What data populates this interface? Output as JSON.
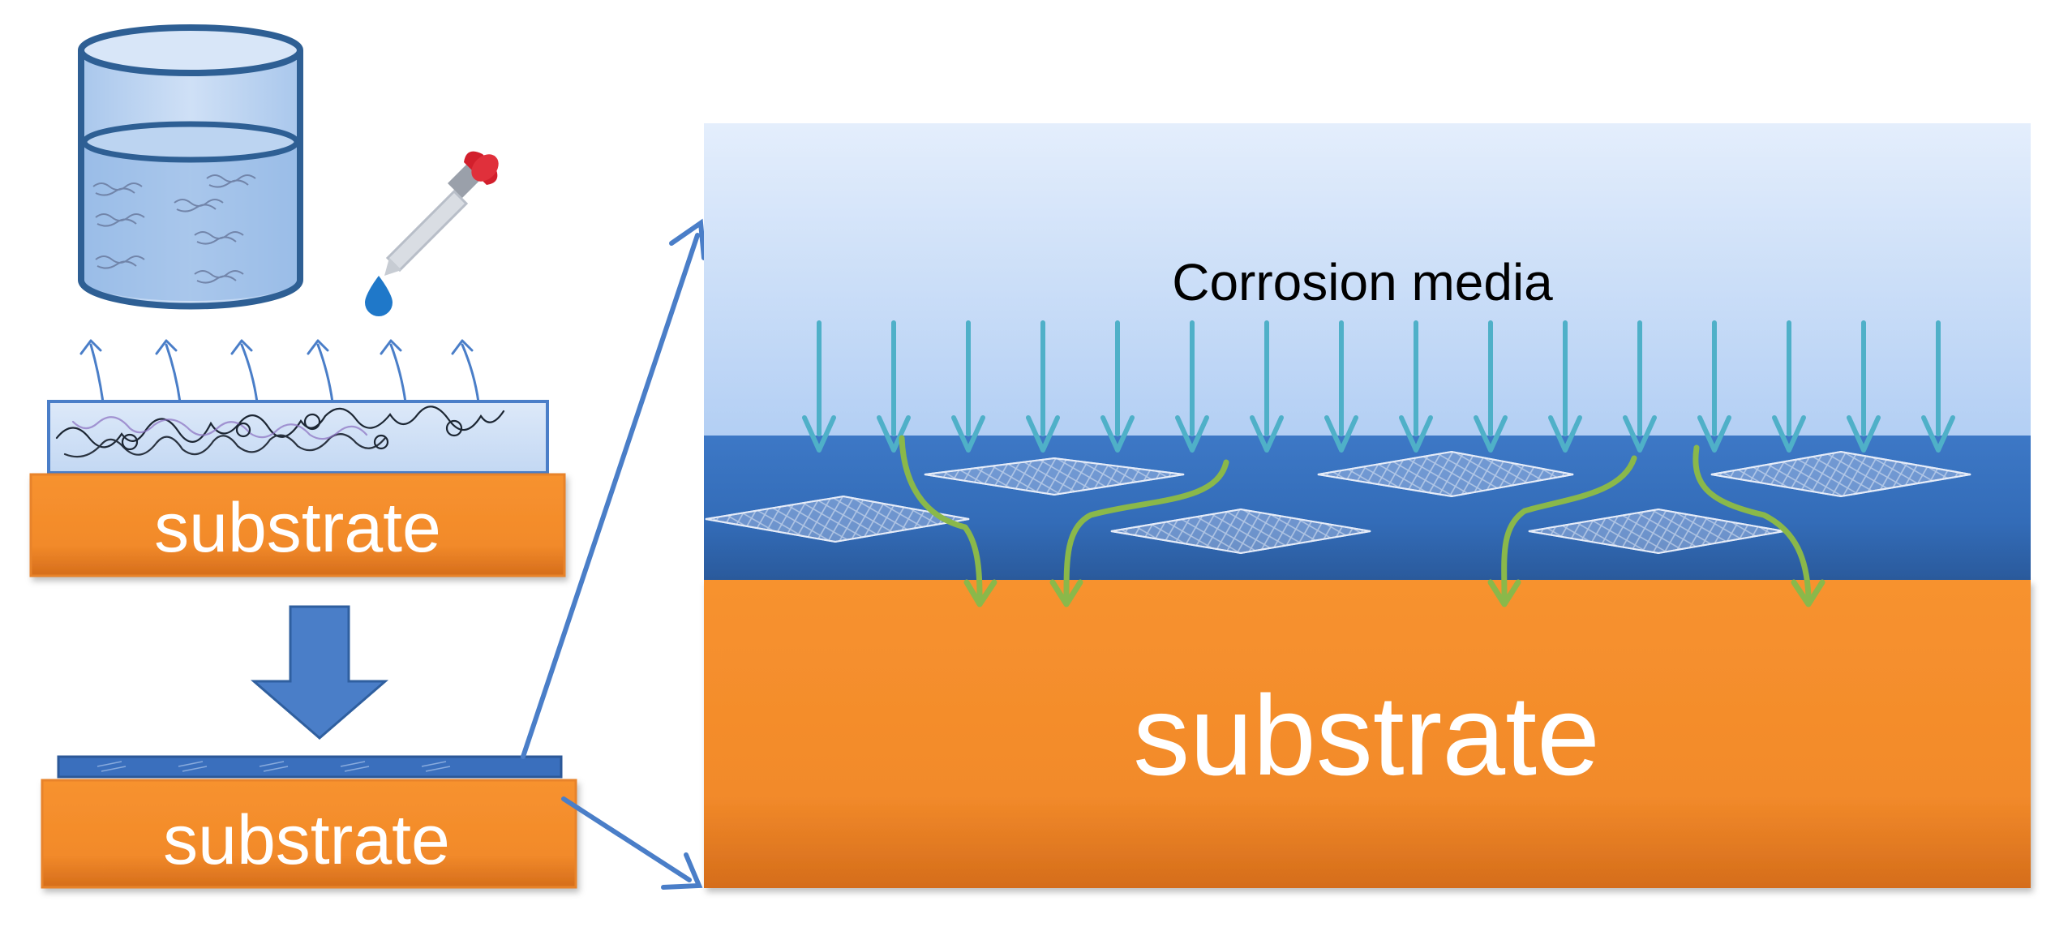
{
  "labels": {
    "substrate_top": "substrate",
    "substrate_bottom": "substrate",
    "substrate_large": "substrate",
    "corrosion_media": "Corrosion media"
  },
  "colors": {
    "substrate_orange": "#f7902f",
    "substrate_orange_dark": "#d26e1c",
    "coating_blue": "#3b72bf",
    "media_blue_light": "#dce9fb",
    "media_blue": "#b9d3f6",
    "arrow_teal": "#4fb0c8",
    "path_green": "#8ab84a",
    "connector_blue": "#4a7ec8",
    "dropper_red": "#d21f2c",
    "beaker_outline": "#2e5f94"
  },
  "icons": [
    "beaker-icon",
    "dropper-icon",
    "water-drop-icon",
    "evaporation-arrow-icon",
    "down-arrow-icon",
    "graphene-sheet-icon"
  ]
}
